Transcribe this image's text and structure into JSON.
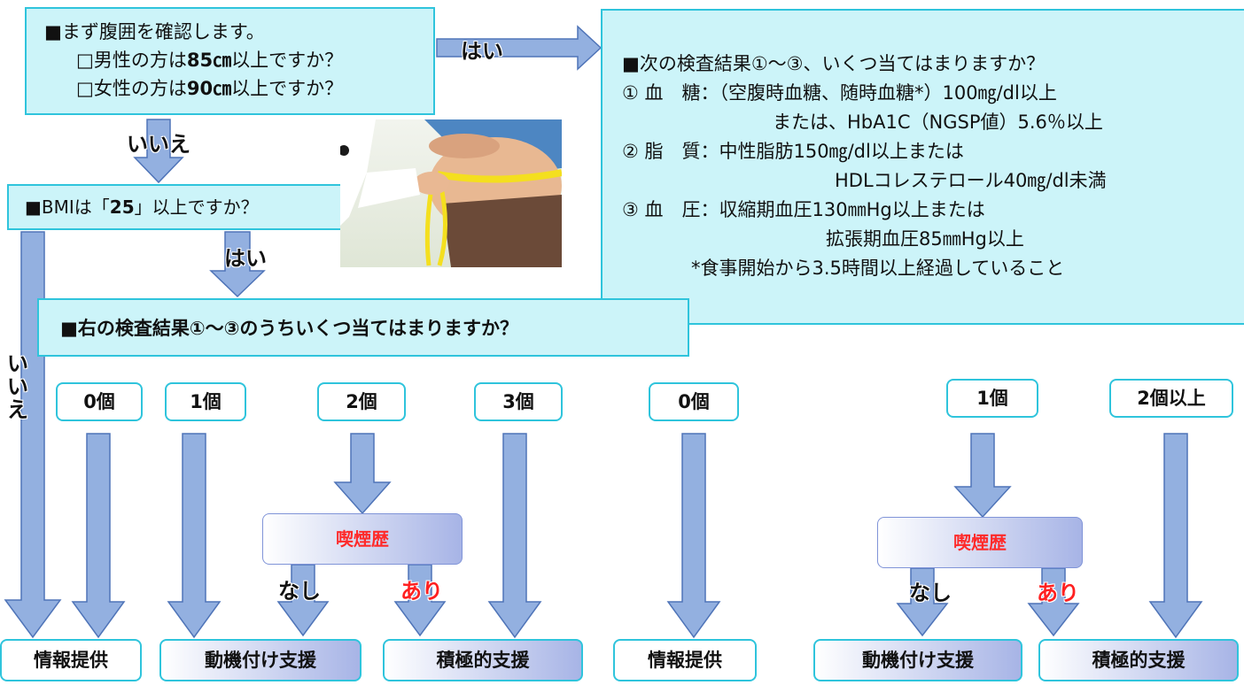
{
  "q1": {
    "line1": "■まず腹囲を確認します。",
    "line2_a": "□男性の方は",
    "line2_b": "85㎝",
    "line2_c": "以上ですか？",
    "line3_a": "□女性の方は",
    "line3_b": "90㎝",
    "line3_c": "以上ですか？"
  },
  "q2": {
    "a": "■BMIは「",
    "b": "25",
    "c": "」以上ですか？"
  },
  "q3": {
    "heading": "■次の検査結果①～③、いくつ当てはまりますか？",
    "r1a": "① 血　糖：（空腹時血糖、随時血糖*）100㎎/dl以上",
    "r1b": "または、HbA1C（NGSP値）5.6％以上",
    "r2a": "② 脂　質：中性脂肪150㎎/dl以上または",
    "r2b": "HDLコレステロール40㎎/dl未満",
    "r3a": "③ 血　圧：収縮期血圧130㎜Hg以上または",
    "r3b": "拡張期血圧85㎜Hg以上",
    "note": "*食事開始から3.5時間以上経過していること"
  },
  "q4": {
    "text": "■右の検査結果①～③のうちいくつ当てはまりますか？"
  },
  "labels": {
    "yes_top": "はい",
    "no_top": "いいえ",
    "yes_mid": "はい",
    "no_side": "いいえ",
    "nashi": "なし",
    "ari": "あり"
  },
  "counts": {
    "c0": "0個",
    "c1": "1個",
    "c2": "2個",
    "c3": "3個",
    "r0": "0個",
    "r1": "1個",
    "r2": "2個以上"
  },
  "smoking": {
    "label": "喫煙歴"
  },
  "results": {
    "info": "情報提供",
    "motivation": "動機付け支援",
    "active": "積極的支援"
  },
  "colors": {
    "arrow_fill": "#93b0e0",
    "arrow_stroke": "#4f74b8",
    "box_fill": "#ccf4f9",
    "box_border": "#2fc4dc",
    "accent_red": "#ff2020"
  }
}
